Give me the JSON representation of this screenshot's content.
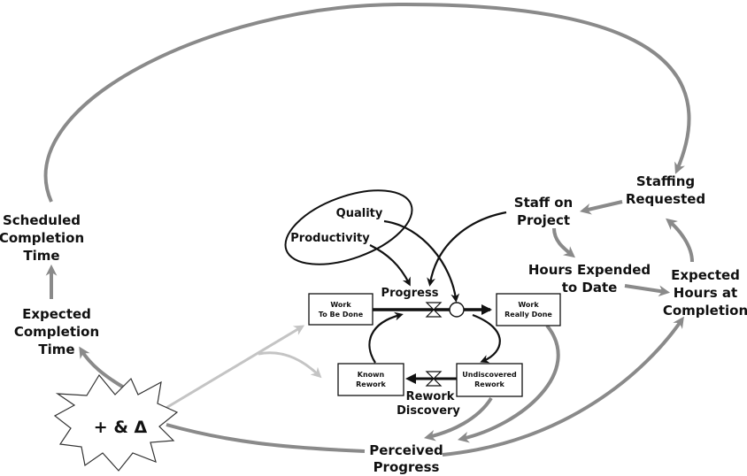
{
  "variables": {
    "scheduled_completion_time": [
      "Scheduled",
      "Completion",
      "Time"
    ],
    "expected_completion_time": [
      "Expected",
      "Completion",
      "Time"
    ],
    "staffing_requested": [
      "Staffing",
      "Requested"
    ],
    "staff_on_project": [
      "Staff on",
      "Project"
    ],
    "hours_expended": [
      "Hours Expended",
      "to Date"
    ],
    "expected_hours": [
      "Expected",
      "Hours at",
      "Completion"
    ],
    "quality": "Quality",
    "productivity": "Productivity",
    "progress": "Progress",
    "rework_discovery": [
      "Rework",
      "Discovery"
    ],
    "perceived_progress": [
      "Perceived",
      "Progress"
    ]
  },
  "stocks": {
    "work_to_be_done": [
      "Work",
      "To Be Done"
    ],
    "work_really_done": [
      "Work",
      "Really Done"
    ],
    "known_rework": [
      "Known",
      "Rework"
    ],
    "undiscovered_rework": [
      "Undiscovered",
      "Rework"
    ]
  },
  "shock": {
    "label": "+ & Δ"
  },
  "colors": {
    "feedback_arrows": "#8a8a8a",
    "causal_arrows": "#111111",
    "shock_arrows": "#c4c4c4"
  }
}
